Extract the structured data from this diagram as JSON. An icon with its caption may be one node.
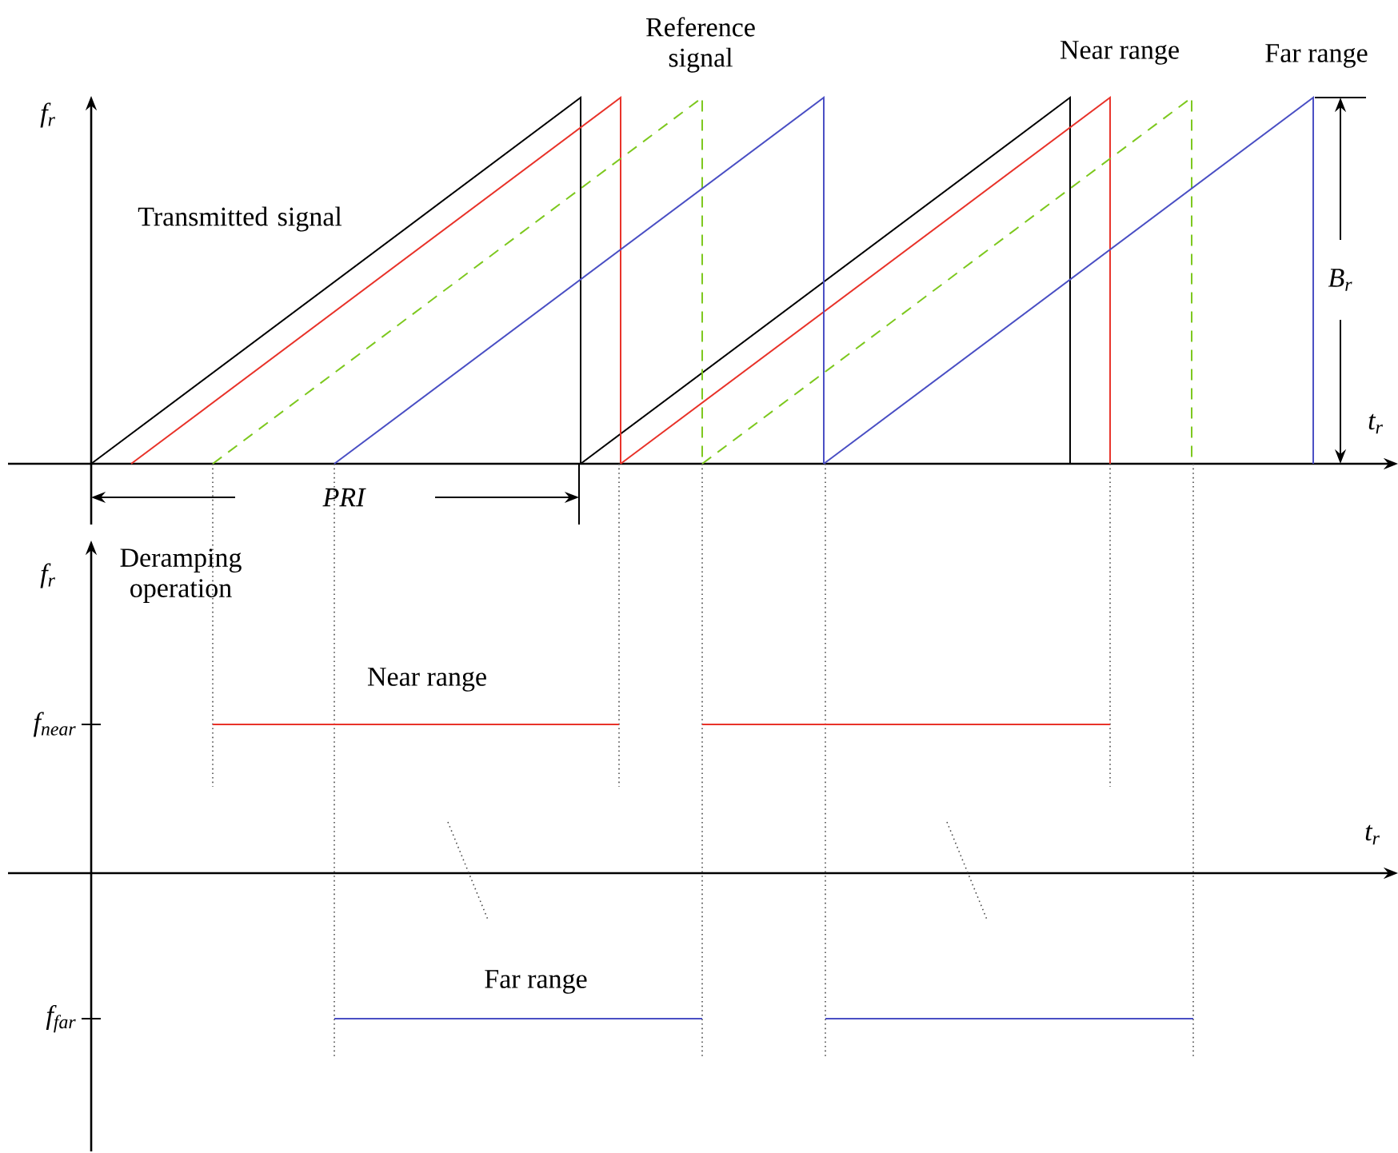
{
  "diagram": {
    "labels": [
      "Reference signal",
      "Near range",
      "Far range",
      "f$_{r}$",
      "Transmitted signal",
      "B$_{r}$",
      "t$_{r}$",
      "PRI",
      "f$_{r}$",
      "Deramping operation",
      "Near range",
      "f$_{near}$",
      "t$_{r}$",
      "Far range",
      "f$_{far}$"
    ]
  }
}
